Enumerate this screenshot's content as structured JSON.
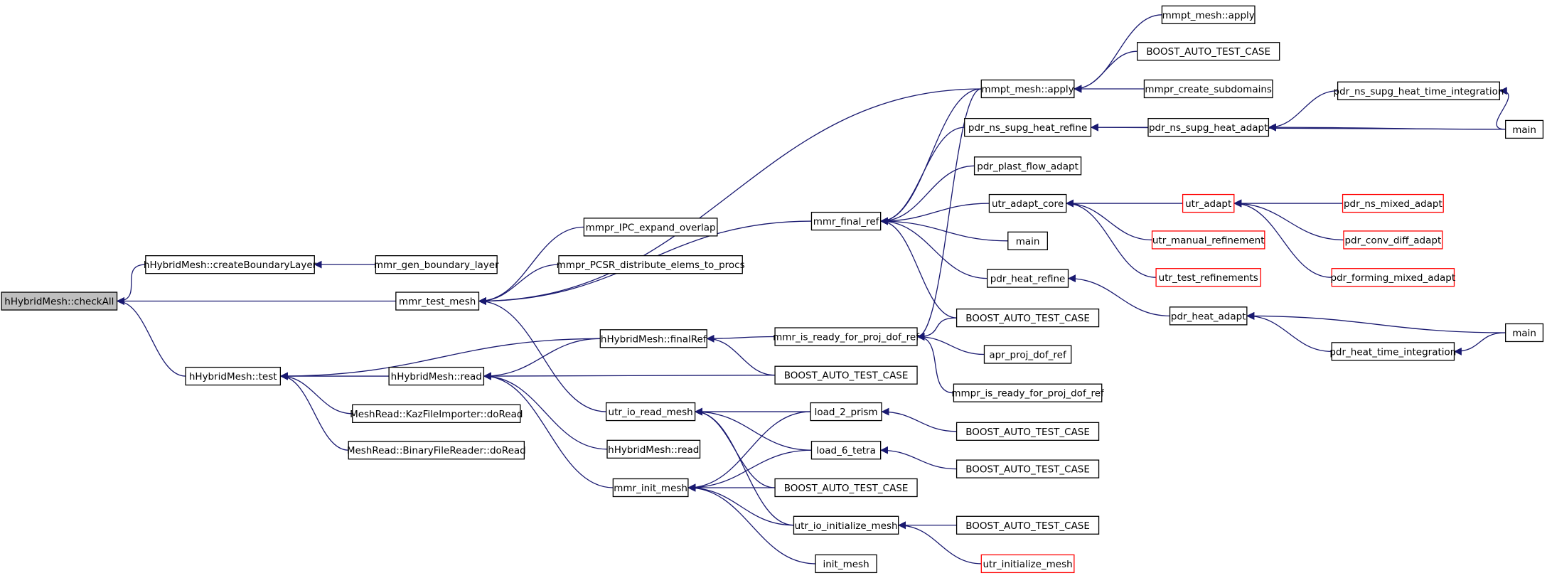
{
  "colors": {
    "edge": "#191970",
    "node_border": "#000000",
    "node_border_truncated": "#ff0000",
    "node_fill": "#ffffff",
    "root_fill": "#bfbfbf"
  },
  "nodes": [
    {
      "id": "n0",
      "label": "hHybridMesh::checkAll",
      "style": "root"
    },
    {
      "id": "n1",
      "label": "hHybridMesh::createBoundaryLayer"
    },
    {
      "id": "n2",
      "label": "mmr_gen_boundary_layer"
    },
    {
      "id": "n3",
      "label": "mmr_test_mesh"
    },
    {
      "id": "n4",
      "label": "hHybridMesh::test"
    },
    {
      "id": "n5",
      "label": "mmpr_IPC_expand_overlap"
    },
    {
      "id": "n6",
      "label": "mmpr_PCSR_distribute_elems_to_procs"
    },
    {
      "id": "n7",
      "label": "mmr_final_ref"
    },
    {
      "id": "n8",
      "label": "mmpt_mesh::apply"
    },
    {
      "id": "n9",
      "label": "mmpt_mesh::apply"
    },
    {
      "id": "n10",
      "label": "BOOST_AUTO_TEST_CASE"
    },
    {
      "id": "n11",
      "label": "mmpr_create_subdomains"
    },
    {
      "id": "n12",
      "label": "pdr_ns_supg_heat_refine"
    },
    {
      "id": "n13",
      "label": "pdr_ns_supg_heat_adapt"
    },
    {
      "id": "n14",
      "label": "pdr_ns_supg_heat_time_integration"
    },
    {
      "id": "n15",
      "label": "main"
    },
    {
      "id": "n16",
      "label": "pdr_plast_flow_adapt"
    },
    {
      "id": "n17",
      "label": "utr_adapt_core"
    },
    {
      "id": "n18",
      "label": "utr_adapt",
      "style": "truncated"
    },
    {
      "id": "n19",
      "label": "pdr_ns_mixed_adapt",
      "style": "truncated"
    },
    {
      "id": "n20",
      "label": "pdr_conv_diff_adapt",
      "style": "truncated"
    },
    {
      "id": "n21",
      "label": "pdr_forming_mixed_adapt",
      "style": "truncated"
    },
    {
      "id": "n22",
      "label": "utr_manual_refinement",
      "style": "truncated"
    },
    {
      "id": "n23",
      "label": "utr_test_refinements",
      "style": "truncated"
    },
    {
      "id": "n24",
      "label": "main"
    },
    {
      "id": "n25",
      "label": "pdr_heat_refine"
    },
    {
      "id": "n26",
      "label": "pdr_heat_adapt"
    },
    {
      "id": "n27",
      "label": "pdr_heat_time_integration"
    },
    {
      "id": "n28",
      "label": "main"
    },
    {
      "id": "n29",
      "label": "BOOST_AUTO_TEST_CASE"
    },
    {
      "id": "n30",
      "label": "mmr_is_ready_for_proj_dof_ref"
    },
    {
      "id": "n31",
      "label": "apr_proj_dof_ref"
    },
    {
      "id": "n32",
      "label": "mmpr_is_ready_for_proj_dof_ref"
    },
    {
      "id": "n33",
      "label": "hHybridMesh::finalRef"
    },
    {
      "id": "n34",
      "label": "hHybridMesh::read"
    },
    {
      "id": "n35",
      "label": "BOOST_AUTO_TEST_CASE"
    },
    {
      "id": "n36",
      "label": "MeshRead::KazFileImporter::doRead"
    },
    {
      "id": "n37",
      "label": "MeshRead::BinaryFileReader::doRead"
    },
    {
      "id": "n38",
      "label": "utr_io_read_mesh"
    },
    {
      "id": "n39",
      "label": "hHybridMesh::read"
    },
    {
      "id": "n40",
      "label": "mmr_init_mesh"
    },
    {
      "id": "n41",
      "label": "load_2_prism"
    },
    {
      "id": "n42",
      "label": "BOOST_AUTO_TEST_CASE"
    },
    {
      "id": "n43",
      "label": "load_6_tetra"
    },
    {
      "id": "n44",
      "label": "BOOST_AUTO_TEST_CASE"
    },
    {
      "id": "n45",
      "label": "BOOST_AUTO_TEST_CASE"
    },
    {
      "id": "n46",
      "label": "utr_io_initialize_mesh"
    },
    {
      "id": "n47",
      "label": "BOOST_AUTO_TEST_CASE"
    },
    {
      "id": "n48",
      "label": "utr_initialize_mesh",
      "style": "truncated"
    },
    {
      "id": "n49",
      "label": "init_mesh"
    }
  ],
  "edges": [
    [
      "n1",
      "n0"
    ],
    [
      "n3",
      "n0"
    ],
    [
      "n4",
      "n0"
    ],
    [
      "n2",
      "n1"
    ],
    [
      "n5",
      "n3"
    ],
    [
      "n6",
      "n3"
    ],
    [
      "n7",
      "n3"
    ],
    [
      "n8",
      "n3"
    ],
    [
      "n9",
      "n8"
    ],
    [
      "n10",
      "n8"
    ],
    [
      "n11",
      "n8"
    ],
    [
      "n8",
      "n7"
    ],
    [
      "n12",
      "n7"
    ],
    [
      "n16",
      "n7"
    ],
    [
      "n17",
      "n7"
    ],
    [
      "n24",
      "n7"
    ],
    [
      "n25",
      "n7"
    ],
    [
      "n29",
      "n7"
    ],
    [
      "n13",
      "n12"
    ],
    [
      "n15",
      "n12"
    ],
    [
      "n14",
      "n13"
    ],
    [
      "n15",
      "n13"
    ],
    [
      "n15",
      "n14"
    ],
    [
      "n18",
      "n17"
    ],
    [
      "n22",
      "n17"
    ],
    [
      "n23",
      "n17"
    ],
    [
      "n19",
      "n18"
    ],
    [
      "n20",
      "n18"
    ],
    [
      "n21",
      "n18"
    ],
    [
      "n26",
      "n25"
    ],
    [
      "n27",
      "n26"
    ],
    [
      "n28",
      "n26"
    ],
    [
      "n28",
      "n27"
    ],
    [
      "n8",
      "n30"
    ],
    [
      "n29",
      "n30"
    ],
    [
      "n31",
      "n30"
    ],
    [
      "n32",
      "n30"
    ],
    [
      "n30",
      "n33"
    ],
    [
      "n35",
      "n33"
    ],
    [
      "n33",
      "n4"
    ],
    [
      "n34",
      "n4"
    ],
    [
      "n36",
      "n4"
    ],
    [
      "n37",
      "n4"
    ],
    [
      "n33",
      "n34"
    ],
    [
      "n35",
      "n34"
    ],
    [
      "n39",
      "n34"
    ],
    [
      "n40",
      "n34"
    ],
    [
      "n38",
      "n3"
    ],
    [
      "n41",
      "n38"
    ],
    [
      "n43",
      "n38"
    ],
    [
      "n45",
      "n38"
    ],
    [
      "n46",
      "n38"
    ],
    [
      "n41",
      "n40"
    ],
    [
      "n43",
      "n40"
    ],
    [
      "n45",
      "n40"
    ],
    [
      "n46",
      "n40"
    ],
    [
      "n49",
      "n40"
    ],
    [
      "n42",
      "n41"
    ],
    [
      "n44",
      "n43"
    ],
    [
      "n47",
      "n46"
    ],
    [
      "n48",
      "n46"
    ]
  ]
}
